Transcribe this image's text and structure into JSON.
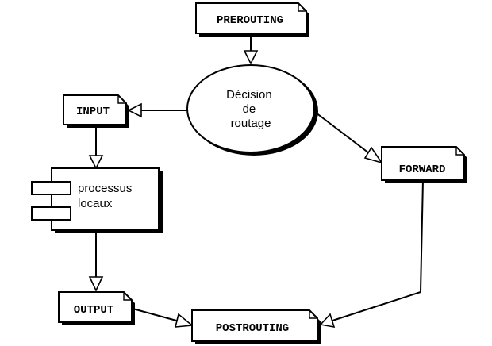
{
  "nodes": {
    "prerouting": "PREROUTING",
    "decision": [
      "Décision",
      "de",
      "routage"
    ],
    "input": "INPUT",
    "forward": "FORWARD",
    "process": [
      "processus",
      "locaux"
    ],
    "output": "OUTPUT",
    "postrouting": "POSTROUTING"
  },
  "edges": [
    {
      "from": "prerouting",
      "to": "decision"
    },
    {
      "from": "decision",
      "to": "input"
    },
    {
      "from": "decision",
      "to": "forward"
    },
    {
      "from": "input",
      "to": "process"
    },
    {
      "from": "process",
      "to": "output"
    },
    {
      "from": "output",
      "to": "postrouting"
    },
    {
      "from": "forward",
      "to": "postrouting"
    }
  ]
}
